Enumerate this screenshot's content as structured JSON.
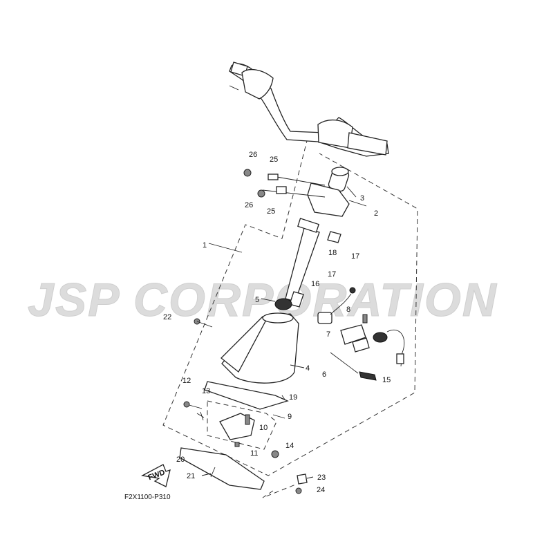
{
  "watermark": {
    "text": "JSP CORPORATION",
    "color": "#d8d8d8"
  },
  "drawing_code": "F2X1100-P310",
  "fwd_badge": "FWD",
  "callouts": [
    {
      "id": "c1",
      "label": "1"
    },
    {
      "id": "c2",
      "label": "2"
    },
    {
      "id": "c3",
      "label": "3"
    },
    {
      "id": "c4",
      "label": "4"
    },
    {
      "id": "c5",
      "label": "5"
    },
    {
      "id": "c6",
      "label": "6"
    },
    {
      "id": "c7",
      "label": "7"
    },
    {
      "id": "c8",
      "label": "8"
    },
    {
      "id": "c9",
      "label": "9"
    },
    {
      "id": "c10",
      "label": "10"
    },
    {
      "id": "c11",
      "label": "11"
    },
    {
      "id": "c12",
      "label": "12"
    },
    {
      "id": "c13",
      "label": "13"
    },
    {
      "id": "c14",
      "label": "14"
    },
    {
      "id": "c15",
      "label": "15"
    },
    {
      "id": "c16",
      "label": "16"
    },
    {
      "id": "c17a",
      "label": "17"
    },
    {
      "id": "c17b",
      "label": "17"
    },
    {
      "id": "c18",
      "label": "18"
    },
    {
      "id": "c19",
      "label": "19"
    },
    {
      "id": "c20",
      "label": "20"
    },
    {
      "id": "c21",
      "label": "21"
    },
    {
      "id": "c22",
      "label": "22"
    },
    {
      "id": "c23",
      "label": "23"
    },
    {
      "id": "c24",
      "label": "24"
    },
    {
      "id": "c25a",
      "label": "25"
    },
    {
      "id": "c25b",
      "label": "25"
    },
    {
      "id": "c26a",
      "label": "26"
    },
    {
      "id": "c26b",
      "label": "26"
    }
  ]
}
